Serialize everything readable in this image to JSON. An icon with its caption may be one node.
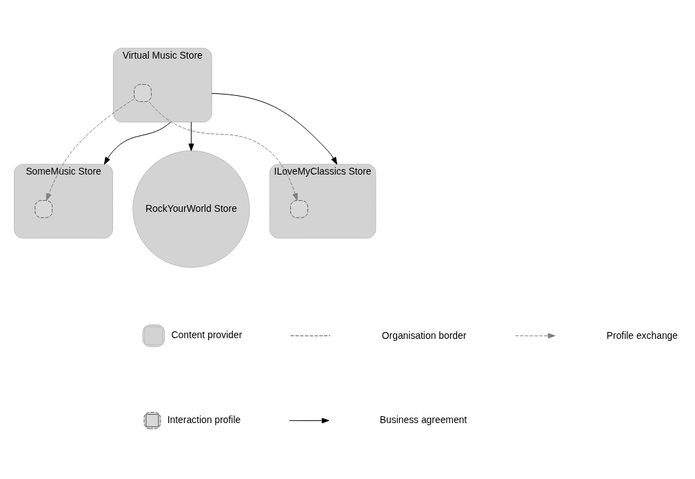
{
  "diagram": {
    "nodes": [
      {
        "text": [
          "Virtual Music Store"
        ]
      },
      {
        "text": [],
        "shape": "box",
        "in": 0
      },
      {
        "text": [
          "SomeMusic Store"
        ]
      },
      {
        "text": [],
        "shape": "box",
        "in": 2
      },
      {
        "text": [
          "RockYourWorld Store"
        ]
      },
      {
        "text": [
          "ILoveMyClassics Store"
        ]
      },
      {
        "text": [],
        "shape": "box",
        "in": 5
      }
    ],
    "edges": [
      {
        "from": 0,
        "to": 2,
        "arrow": "to"
      },
      {
        "from": 1,
        "to": 3,
        "arrow": "to",
        "style": "dashed",
        "color": "#808080"
      },
      {
        "from": 0,
        "to": 4,
        "arrow": "to"
      },
      {
        "from": 1,
        "to": 6,
        "arrow": "to",
        "style": "dashed",
        "color": "#808080"
      },
      {
        "from": 0,
        "to": 5,
        "arrow": "to"
      }
    ],
    "legend": [
      {
        "text": "Content provider"
      },
      {
        "text": "Organisation border"
      },
      {
        "text": "Profile exchange"
      },
      {
        "text": "Interaction profile"
      },
      {
        "text": "Business agreement"
      }
    ]
  }
}
